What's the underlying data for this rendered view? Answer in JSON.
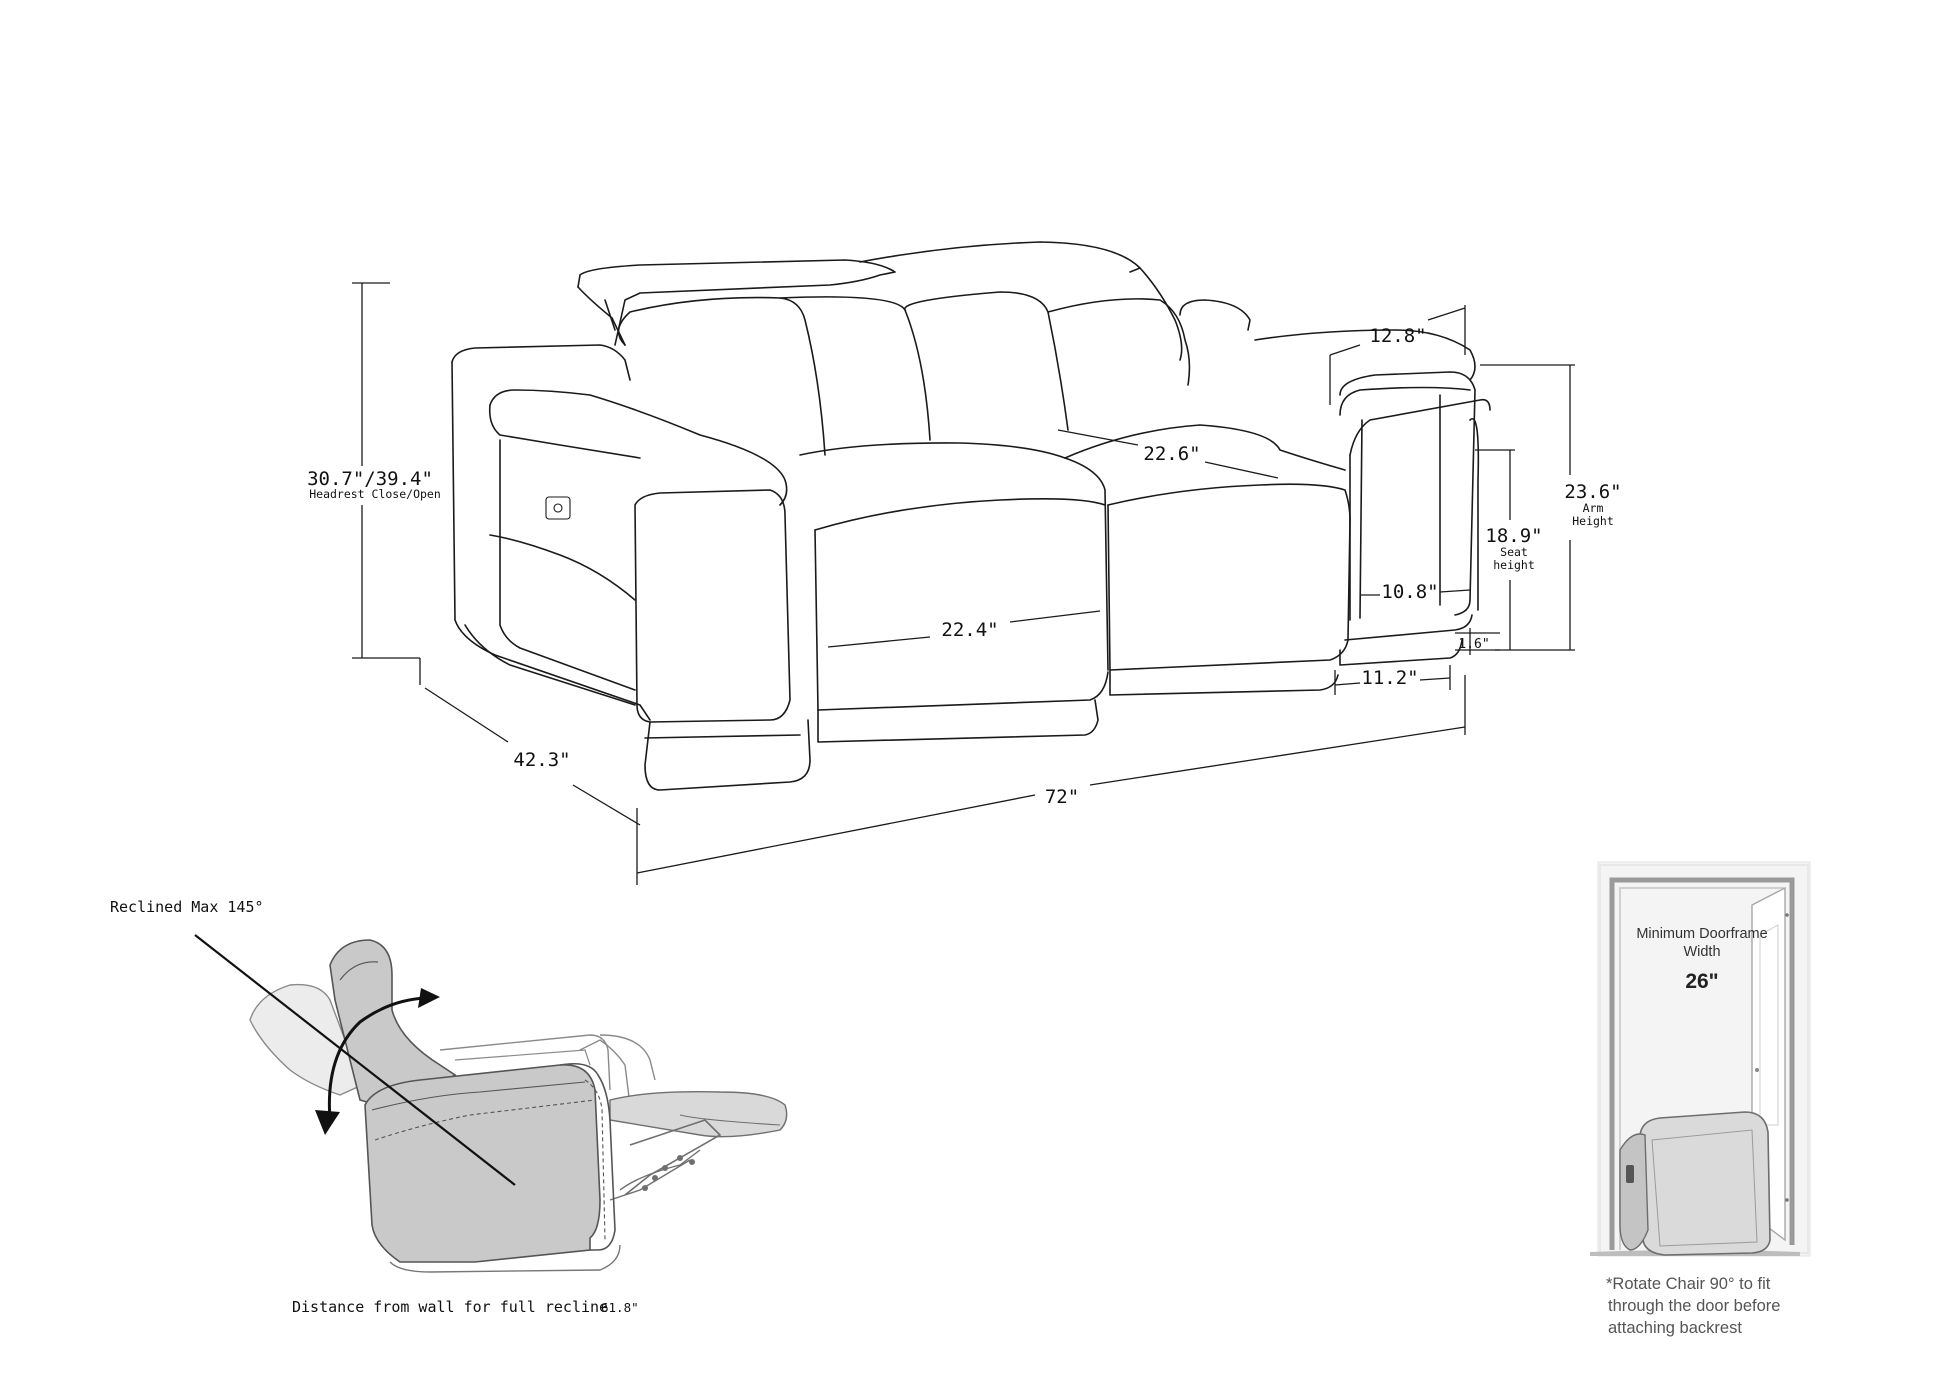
{
  "sofa_dimensions": {
    "back_height": "30.7\"/39.4\"",
    "back_height_note": "Headrest Close/Open",
    "armrest_width": "12.8\"",
    "seat_depth": "22.6\"",
    "seat_width": "22.4\"",
    "arm_height": "23.6\"",
    "arm_height_note_line1": "Arm",
    "arm_height_note_line2": "Height",
    "seat_height": "18.9\"",
    "seat_height_note_line1": "Seat",
    "seat_height_note_line2": "height",
    "arm_inner_width": "10.8\"",
    "base_height": "1.6\"",
    "base_width": "11.2\"",
    "overall_depth": "42.3\"",
    "overall_width": "72\""
  },
  "recline": {
    "max_angle_label": "Reclined Max 145°",
    "wall_distance_label": "Distance from wall for full recline",
    "wall_distance_value": "61.8\""
  },
  "doorframe": {
    "title_line1": "Minimum Doorframe",
    "title_line2": "Width",
    "width_value": "26\"",
    "note_line1": "*Rotate Chair 90° to fit",
    "note_line2": "through the door before",
    "note_line3": "attaching backrest"
  }
}
